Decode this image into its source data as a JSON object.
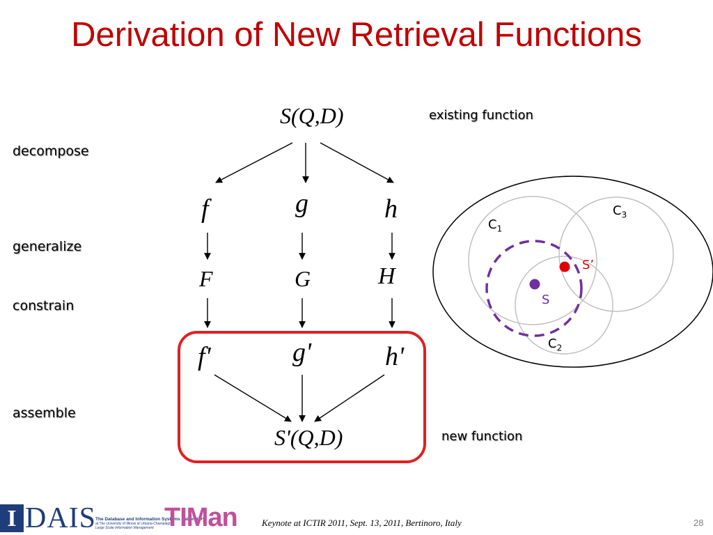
{
  "slide": {
    "title": "Derivation of New Retrieval Functions",
    "page_number": "28",
    "footer": "Keynote at ICTIR 2011, Sept. 13, 2011, Bertinoro, Italy"
  },
  "steps": {
    "decompose": "decompose",
    "generalize": "generalize",
    "constrain": "constrain",
    "assemble": "assemble"
  },
  "diagram": {
    "top_function": "S(Q,D)",
    "top_note": "existing function",
    "row1": [
      "f",
      "g",
      "h"
    ],
    "row2": [
      "F",
      "G",
      "H"
    ],
    "row3": [
      "f'",
      "g'",
      "h'"
    ],
    "bottom_function": "S'(Q,D)",
    "bottom_note": "new function",
    "highlight_color": "#e02020"
  },
  "venn": {
    "c1": "C",
    "c1_sub": "1",
    "c2": "C",
    "c2_sub": "2",
    "c3": "C",
    "c3_sub": "3",
    "s_label": "S",
    "s_prime_label": "S’",
    "s_color": "#7030a0",
    "s_prime_color": "#e00000",
    "dashed_circle_color": "#7030a0"
  },
  "logos": {
    "dais_letter": "I",
    "dais_text": "DAIS",
    "dais_lab_line1": "The Database and Information Systems Laboratory",
    "dais_lab_line2": "at The University of Illinois at Urbana-Champaign",
    "dais_lab_line3": "Large Scale Information Management",
    "timan": "TIMan"
  }
}
